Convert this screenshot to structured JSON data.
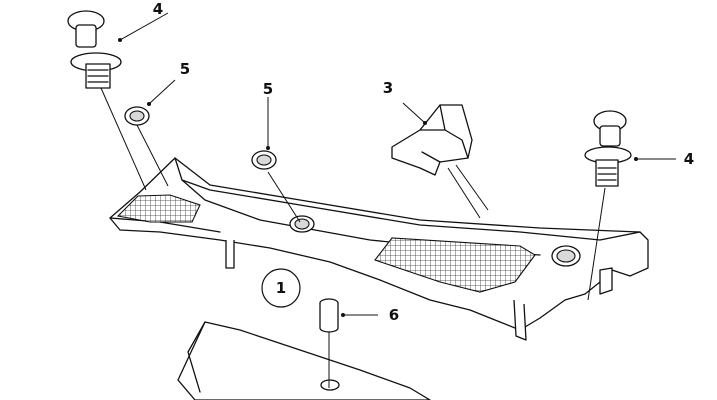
{
  "callouts": {
    "c1": "1",
    "c3": "3",
    "c4_left": "4",
    "c4_right": "4",
    "c5_left": "5",
    "c5_center": "5",
    "c6": "6"
  },
  "colors": {
    "line": "#111111",
    "background": "#ffffff",
    "shade": "#d9d9d9"
  }
}
